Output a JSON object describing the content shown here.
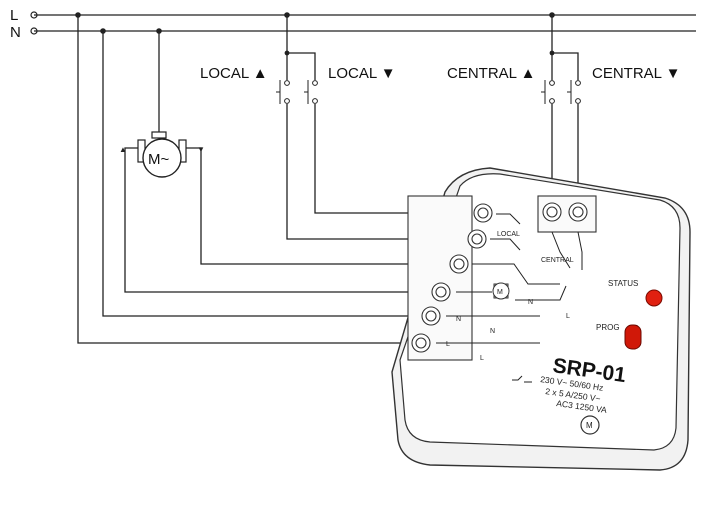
{
  "rails": {
    "line_label": "L",
    "neutral_label": "N"
  },
  "motor": {
    "symbol": "M~",
    "up_arrow": "▲",
    "down_arrow": "▼"
  },
  "switches": {
    "local_up": "LOCAL ▲",
    "local_down": "LOCAL ▼",
    "central_up": "CENTRAL ▲",
    "central_down": "CENTRAL ▼"
  },
  "module": {
    "model": "SRP-01",
    "status_label": "STATUS",
    "prog_label": "PROG",
    "local_label": "LOCAL",
    "central_label": "CENTRAL",
    "spec_voltage": "230 V~ 50/60 Hz",
    "spec_current": "2 x 5 A/250 V~",
    "spec_power": "AC3 1250 VA",
    "terminal_n": "N",
    "terminal_l": "L",
    "motor_badge": "M",
    "led_color": "#e02010"
  }
}
